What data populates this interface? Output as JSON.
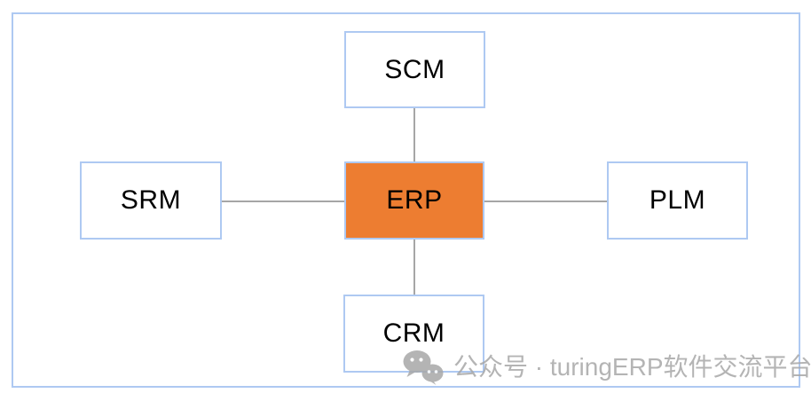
{
  "diagram": {
    "center": {
      "id": "erp",
      "label": "ERP"
    },
    "nodes": [
      {
        "id": "scm",
        "label": "SCM",
        "position": "top"
      },
      {
        "id": "srm",
        "label": "SRM",
        "position": "left"
      },
      {
        "id": "plm",
        "label": "PLM",
        "position": "right"
      },
      {
        "id": "crm",
        "label": "CRM",
        "position": "bottom"
      }
    ],
    "colors": {
      "box_border": "#AEC9F2",
      "center_fill": "#ED7D31",
      "node_fill": "#FFFFFF",
      "connector": "#A6A6A6",
      "label_text": "#000000"
    }
  },
  "watermark": {
    "icon": "wechat-icon",
    "text": "公众号 · turingERP软件交流平台",
    "color": "#A8A8A8"
  }
}
